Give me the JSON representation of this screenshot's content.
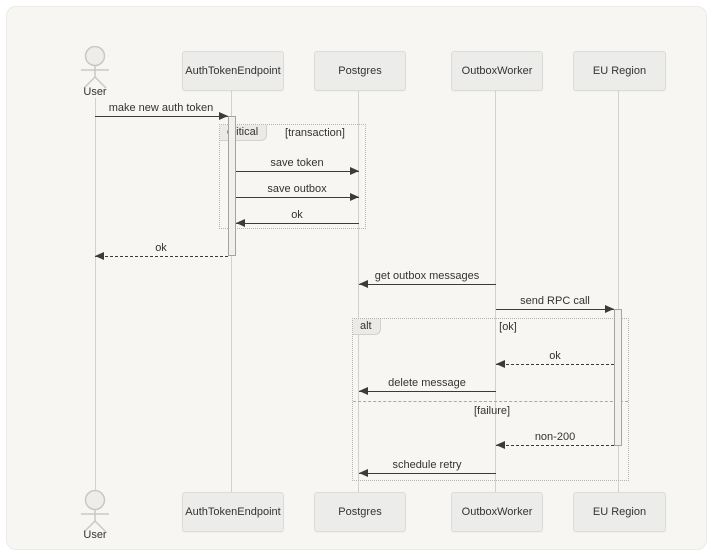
{
  "diagram": {
    "type": "sequence-diagram",
    "participants": [
      {
        "name": "User",
        "kind": "actor"
      },
      {
        "name": "AuthTokenEndpoint",
        "kind": "participant"
      },
      {
        "name": "Postgres",
        "kind": "participant"
      },
      {
        "name": "OutboxWorker",
        "kind": "participant"
      },
      {
        "name": "EU Region",
        "kind": "participant"
      }
    ],
    "messages": [
      {
        "from": "User",
        "to": "AuthTokenEndpoint",
        "label": "make new auth token",
        "line": "solid",
        "direction": "right"
      },
      {
        "from": "AuthTokenEndpoint",
        "to": "Postgres",
        "label": "save token",
        "line": "solid",
        "direction": "right"
      },
      {
        "from": "AuthTokenEndpoint",
        "to": "Postgres",
        "label": "save outbox",
        "line": "solid",
        "direction": "right"
      },
      {
        "from": "Postgres",
        "to": "AuthTokenEndpoint",
        "label": "ok",
        "line": "solid",
        "direction": "left"
      },
      {
        "from": "AuthTokenEndpoint",
        "to": "User",
        "label": "ok",
        "line": "dashed",
        "direction": "left"
      },
      {
        "from": "OutboxWorker",
        "to": "Postgres",
        "label": "get outbox messages",
        "line": "solid",
        "direction": "left"
      },
      {
        "from": "OutboxWorker",
        "to": "EU Region",
        "label": "send RPC call",
        "line": "solid",
        "direction": "right"
      },
      {
        "from": "EU Region",
        "to": "OutboxWorker",
        "label": "ok",
        "line": "dashed",
        "direction": "left"
      },
      {
        "from": "OutboxWorker",
        "to": "Postgres",
        "label": "delete message",
        "line": "solid",
        "direction": "left"
      },
      {
        "from": "EU Region",
        "to": "OutboxWorker",
        "label": "non-200",
        "line": "dashed",
        "direction": "left"
      },
      {
        "from": "OutboxWorker",
        "to": "Postgres",
        "label": "schedule retry",
        "line": "solid",
        "direction": "left"
      }
    ],
    "frames": {
      "critical": {
        "label": "critical",
        "condition": "[transaction]"
      },
      "alt": {
        "label": "alt",
        "conditions": [
          "[ok]",
          "[failure]"
        ]
      }
    },
    "colors": {
      "canvas_bg": "#f7f6f2",
      "participant_box_bg": "#ececea",
      "participant_box_border": "#dcdbd7",
      "message_line": "#3b3b3b",
      "lifeline": "#d2d1cd",
      "frame_border": "#b5b4b0"
    }
  }
}
